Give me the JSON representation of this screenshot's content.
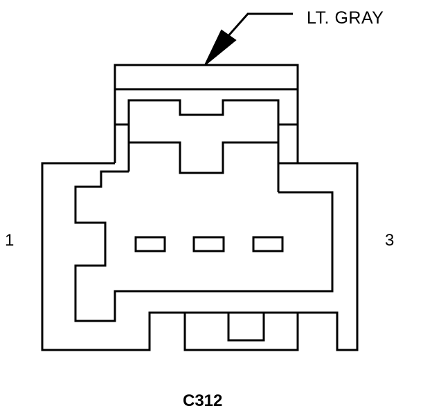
{
  "color_callout": {
    "text": "LT. GRAY"
  },
  "pins": {
    "left": "1",
    "right": "3"
  },
  "connector": {
    "id": "C312"
  },
  "colors": {
    "stroke": "#000000",
    "background": "#ffffff"
  }
}
